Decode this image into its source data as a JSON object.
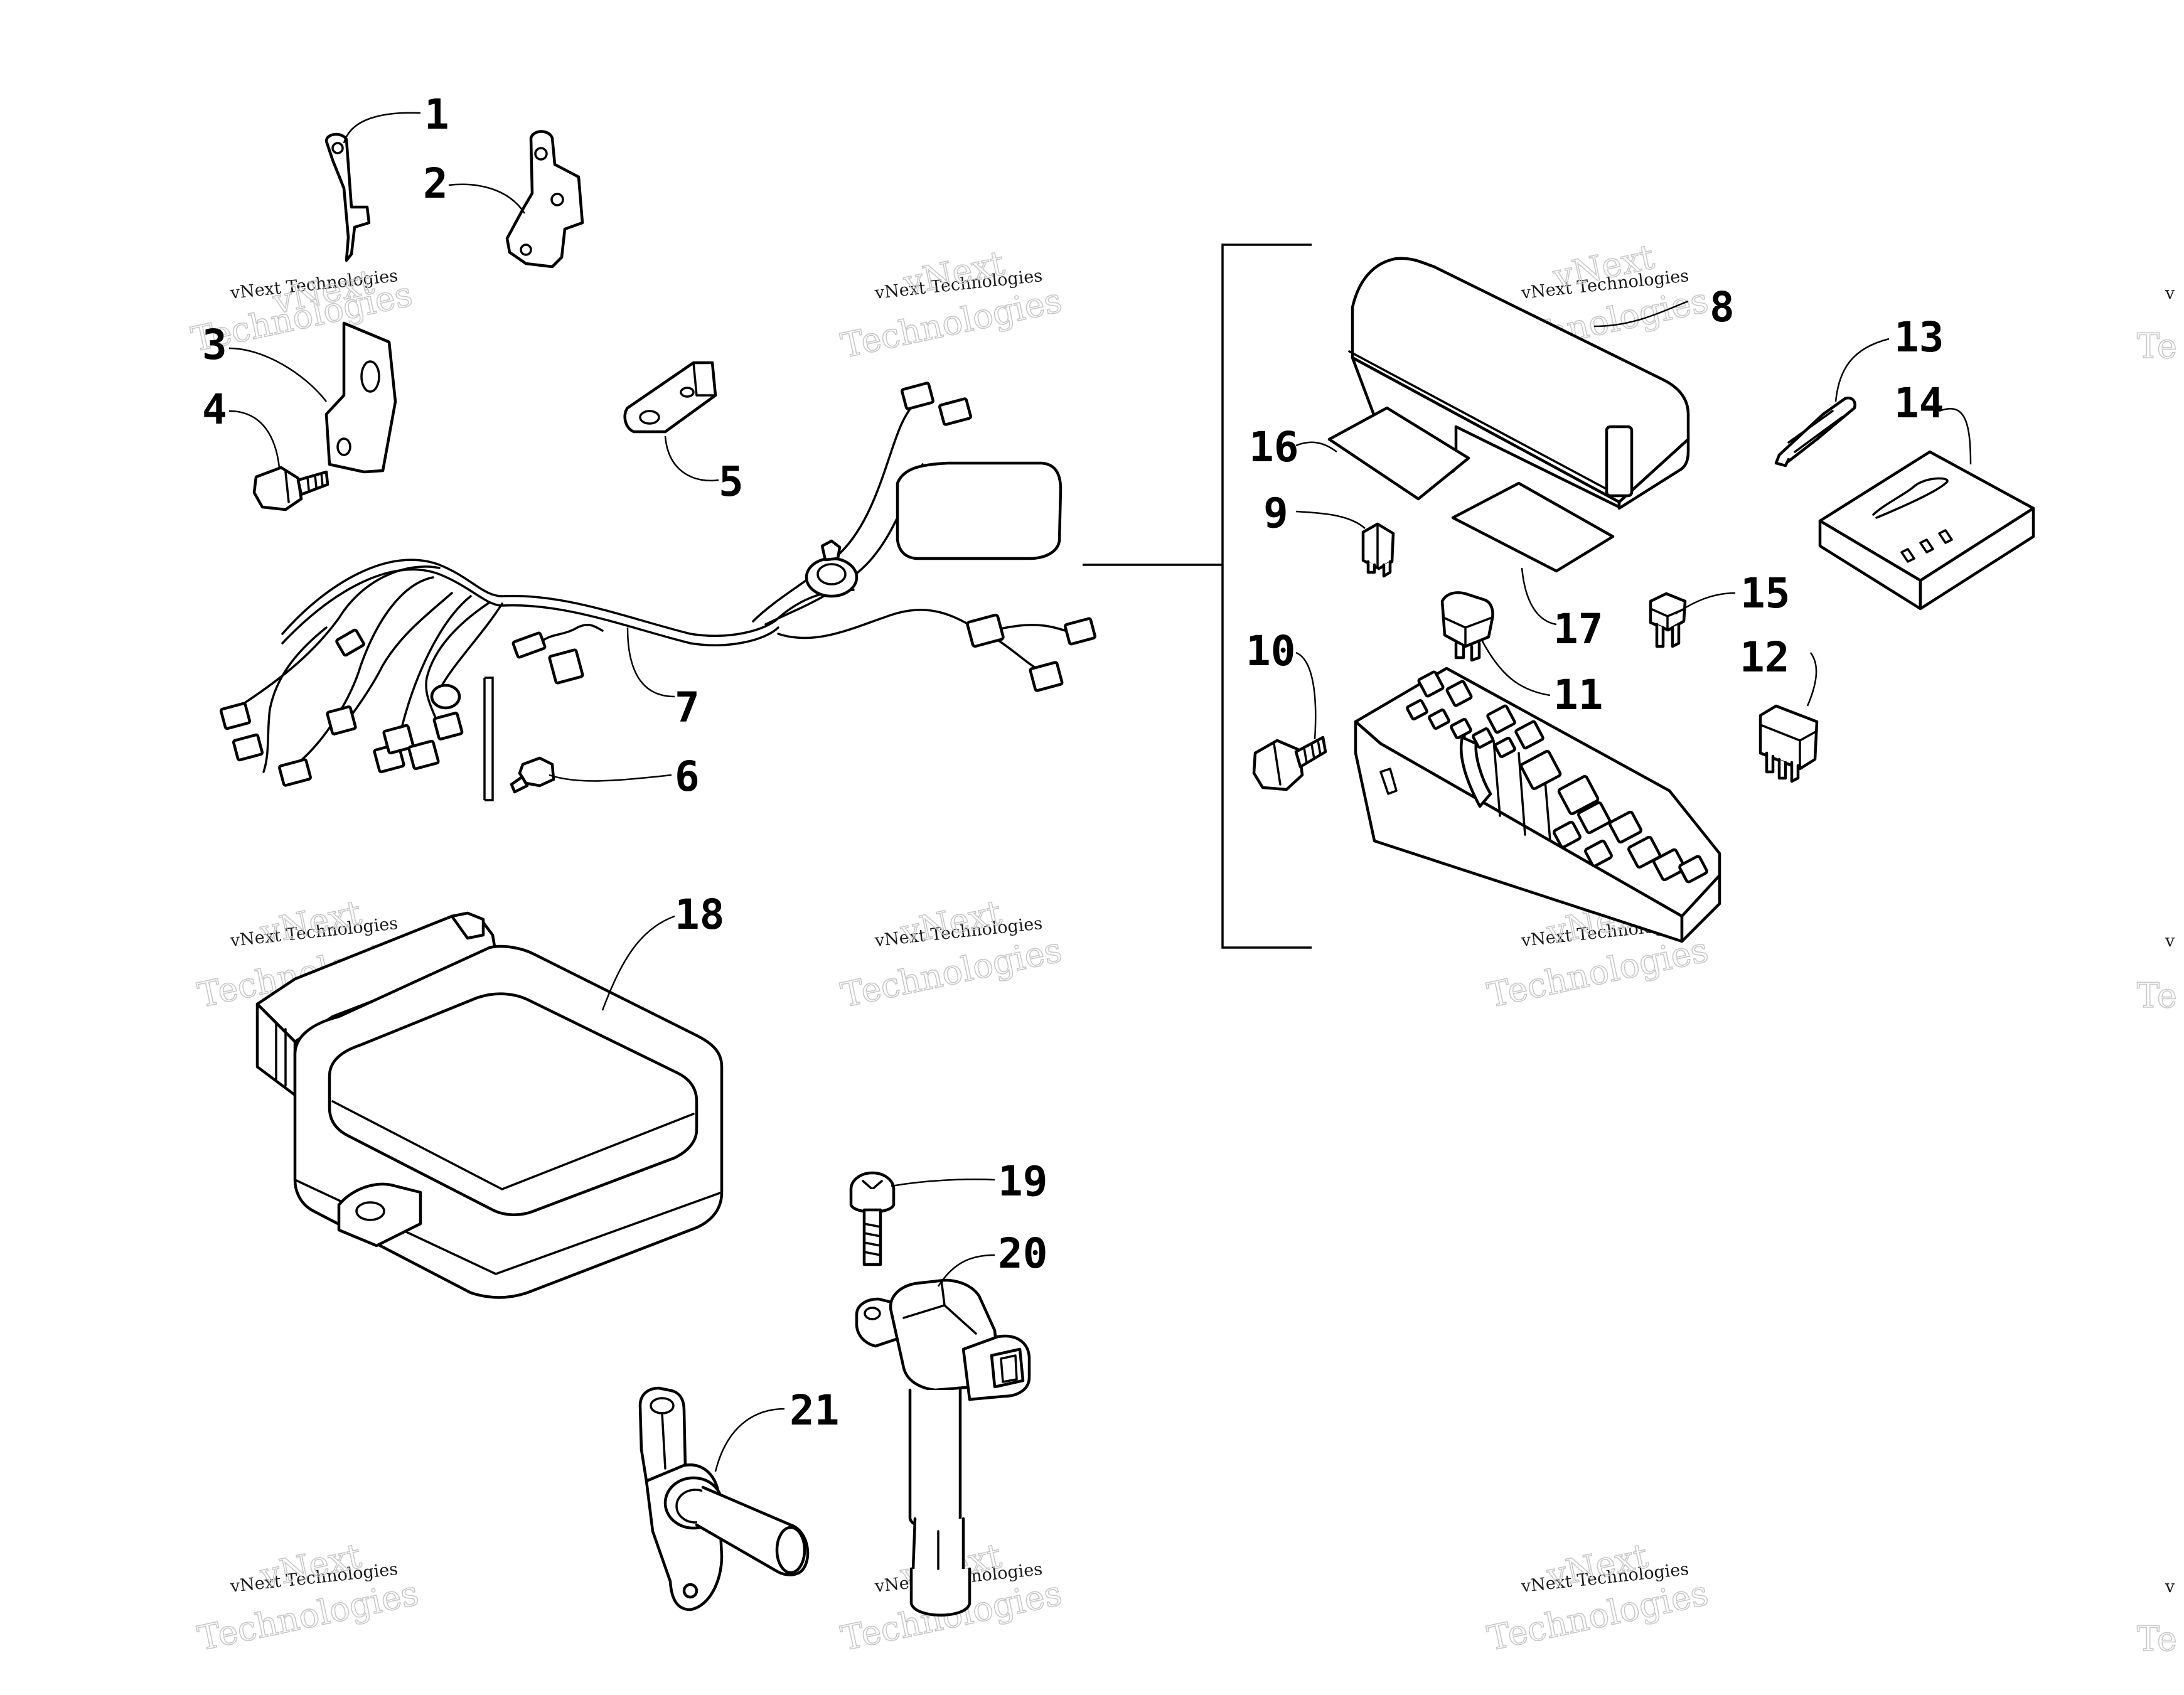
{
  "callouts": {
    "c1": "1",
    "c2": "2",
    "c3": "3",
    "c4": "4",
    "c5": "5",
    "c6": "6",
    "c7": "7",
    "c8": "8",
    "c9": "9",
    "c10": "10",
    "c11": "11",
    "c12": "12",
    "c13": "13",
    "c14": "14",
    "c15": "15",
    "c16": "16",
    "c17": "17",
    "c18": "18",
    "c19": "19",
    "c20": "20",
    "c21": "21"
  },
  "watermark": {
    "line1": "vNext Technologies",
    "line2a": "vNext",
    "line2b": "Technologies",
    "edge": "v",
    "edge_big": "Te"
  }
}
